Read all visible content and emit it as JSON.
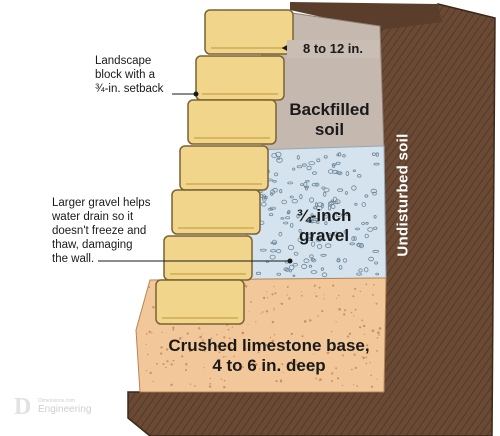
{
  "labels": {
    "landscape_block": [
      "Landscape",
      "block with a",
      "¾-in. setback"
    ],
    "larger_gravel": [
      "Larger gravel helps",
      "water drain so it",
      "doesn't freeze and",
      "thaw, damaging",
      "the wall."
    ],
    "dimension": "8 to 12 in.",
    "backfilled_soil": [
      "Backfilled",
      "soil"
    ],
    "gravel": [
      "¾-inch",
      "gravel"
    ],
    "undisturbed_soil": "Undisturbed soil",
    "base": [
      "Crushed limestone base,",
      "4 to 6 in. deep"
    ]
  },
  "watermark": {
    "logo_letter": "D",
    "small_text": "Dimensions.com",
    "main_text": "Engineering"
  },
  "colors": {
    "soil": "#6b4a35",
    "soil_dark": "#4a3222",
    "backfill": "#c5b8af",
    "gravel": "#d4e3ee",
    "base": "#f2c89a",
    "block": "#f0d58a",
    "block_edge": "#7a6232"
  }
}
